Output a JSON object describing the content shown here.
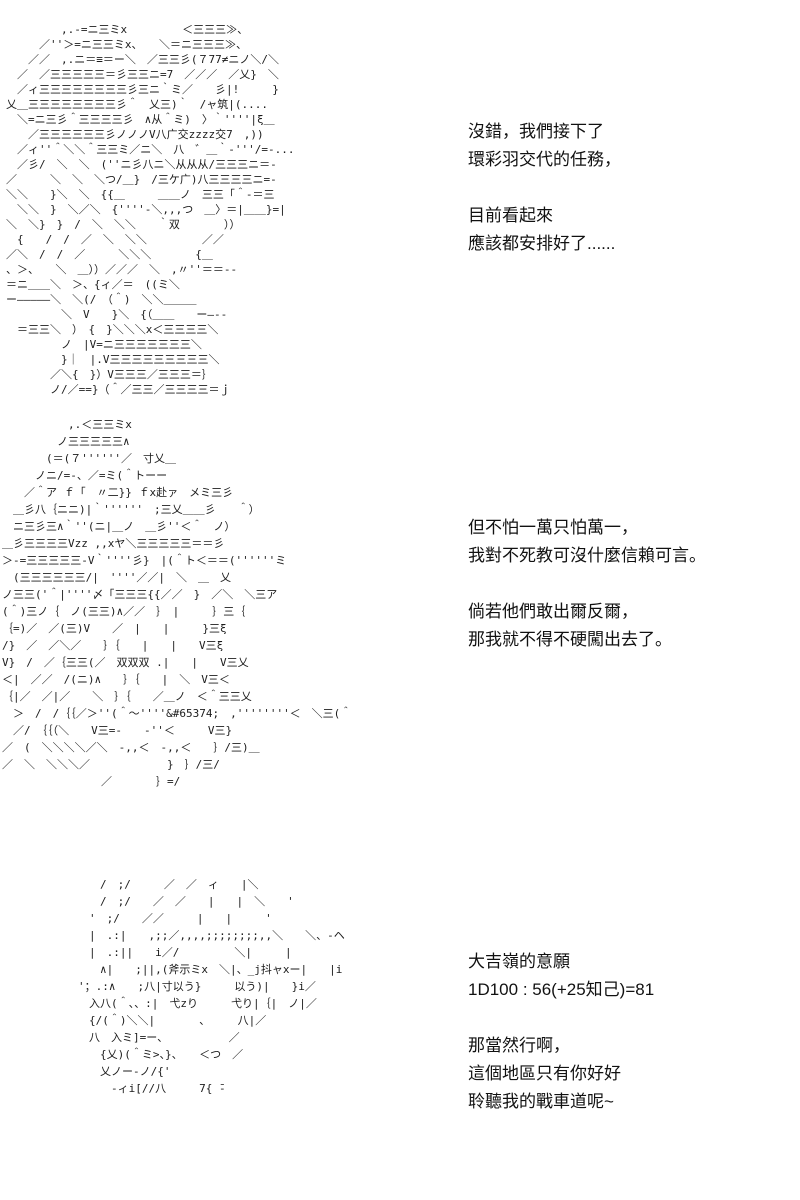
{
  "page": {
    "background_color": "#ffffff",
    "text_color": "#111111",
    "aa_color": "#1b1b1b"
  },
  "panels": [
    {
      "name": "aa-panel-top",
      "lines": [
        "　　　　　,.-=ニ三ミx　　　　　＜三三三≫、",
        "　　　／''＞=ニ三三ミx、　　＼＝ニ三三三≫、",
        "　　／／　,.ニ＝≡＝ー＼　／三三彡(７77≠ニノ＼/＼",
        "　／　／三三三三三＝彡三三ニ=7　／／／　／乂}　＼",
        "　／ィ三三三三三三三三彡三ニ｀ミ／　　彡|!　　　}",
        "乂＿三三三三三三三三彡＾　乂三)｀　/ャ筑|(....",
        "　＼=ニ三彡＾三三三三彡　∧从＾ミ)　〉｀''''|ξ＿",
        "　　／三三三三三三彡ノノノV八广交zzzz交7　,))",
        "　／ィ''＾＼＼＾三三ミ／ニ＼　八　゛＿｀-'''/=-...",
        "　／彡/　＼　＼　(''ニ彡八ニ＼从从从/三三三ニ＝-",
        "／　　　＼　＼　＼つ/＿}　/三ケ广)八三三三三ニ=-",
        "＼＼　　}＼　＼　{{＿　　　＿＿ノ　三三「＾-＝三",
        "　＼＼　}　＼／＼　{''''-＼,,,つ　＿〉＝|＿＿}=|",
        "＼　＼}　}　/　＼　＼＼　　｀双　　　　））",
        "　{　　/　/　／　＼　＼＼　　　　　／／",
        "／＼　/　/　／　　　＼＼＼　　　　{＿",
        "、＞、　　＼　＿））／／／　＼　,〃''＝＝--",
        "＝ニ＿＿＼　＞、{ィ／＝　((ミ＼",
        "ー―――――＼　＼(/　（＾)　＼＼＿＿＿",
        "　　　　　＼　V　　}＼　{（＿＿　　ー―--",
        "　＝三三＼　）　{　}＼＼＼x＜三三三三＼",
        "　　　　　ノ　|V=ニ三三三三三三三＼",
        "　　　　　}｜　|.V三三三三三三三三三＼",
        "　　　　／＼{　}）V三三三／三三三＝｝",
        "　　　　ノ/／==}（＾／三三／三三三三＝ｊ"
      ]
    },
    {
      "name": "aa-panel-middle",
      "lines": [
        "　　　　　　,.＜三三ミx",
        "　　　　　ノ三三三三三∧",
        "　　　　(＝(７''''''／　寸乂＿",
        "　　　ノニ/=-、／=ミ(＾トーー",
        "　　／＾ア ｆ「　〃二}} ｆx赴ァ　メミ三彡",
        "　＿彡八｛ニニ)|｀''''''　;三乂＿＿彡　　＾）",
        "　ニ三彡三∧｀''(ニ|＿ノ　＿彡''＜＾　ノ）",
        "＿彡三三三三Vzz ,,xヤ＼三三三三三＝＝彡",
        "＞-=三三三三三-V｀''''彡}　|(＾ト＜＝＝(''''''ミ",
        "　(三三三三三三/|　''''／／|　＼　＿　乂",
        "ノ三三('＾|''''〆「三三三{{／／　}　／＼　＼三ア",
        "(＾)三ノ｛　ノ(三三)∧／／　｝　|　　　｝三｛",
        "｛=)／　／(三)V　　／　|　　|　　　}三ξ",
        "/}　／　／＼／　　｝｛　　|　　|　　V三ξ",
        "V}　/　／｛三三(／　双双双 .|　　|　　V三乂",
        "＜|　／／　/(ニ)∧　　｝｛　　|　＼　V三＜",
        "｛|／　／|／　　＼　｝｛　　／＿ノ　＜＾三三乂",
        "　＞　/　/｛｛／＞''(＾～''''&#65374;　,''''''''＜　＼三(＾",
        "　／/　｛｛（＼　　V三=-　　-''＜　　　V三}",
        "／　(　＼＼＼＼／＼　-,,＜　-,,＜　　｝/三)＿",
        "／　＼　＼＼＼／　　　　　　　}　｝/三/",
        "　　　　　　　　　／　　　　｝=/"
      ]
    },
    {
      "name": "aa-panel-bottom",
      "lines": [
        "　　/　;/　　　／　／　ィ　　|＼",
        "　　/　;/　　／　／　　|　　|　＼　　'",
        "　'　;/　　／／　　　|　　|　　　'",
        "　|　.:|　　,;;／,,,,;;;;;;;;,,＼　　＼、-ヘ",
        "　|　.:||　　i／/　　　　　＼|　　　|",
        "　　∧|　　;||,(斧示ミx　＼|、_j抖ャxー|　　|i",
        "'；.:∧　　;八|寸以う}　　　以う)|　　}i／",
        "　入八(＾、、:|　弋zり　　　弋り|｛|　ノ|／",
        "　{/(＾)＼＼|　　　　、　　　八|／",
        "　八　入ミ]=ー、　　　　　　／",
        "　　{乂)(＾ミ>、}、　　＜つ　／",
        "　　乂ノー‐ノ/{'",
        "　　　-ィi[//八　　　7{ ̄-"
      ]
    }
  ],
  "dialogs": [
    {
      "name": "dialog-top",
      "paragraphs": [
        [
          "沒錯，我們接下了",
          "環彩羽交代的任務，"
        ],
        [
          "目前看起來",
          "應該都安排好了......"
        ]
      ]
    },
    {
      "name": "dialog-middle",
      "paragraphs": [
        [
          "但不怕一萬只怕萬一，",
          "我對不死教可沒什麼信賴可言。"
        ],
        [
          "倘若他們敢出爾反爾，",
          "那我就不得不硬闖出去了。"
        ]
      ]
    },
    {
      "name": "dialog-bottom",
      "dice_roll": "1D100 : 56(+25知己)=81",
      "paragraphs": [
        [
          "大吉嶺的意願",
          "1D100 : 56(+25知己)=81"
        ],
        [
          "那當然行啊，",
          "這個地區只有你好好",
          "聆聽我的戰車道呢~"
        ]
      ]
    }
  ]
}
